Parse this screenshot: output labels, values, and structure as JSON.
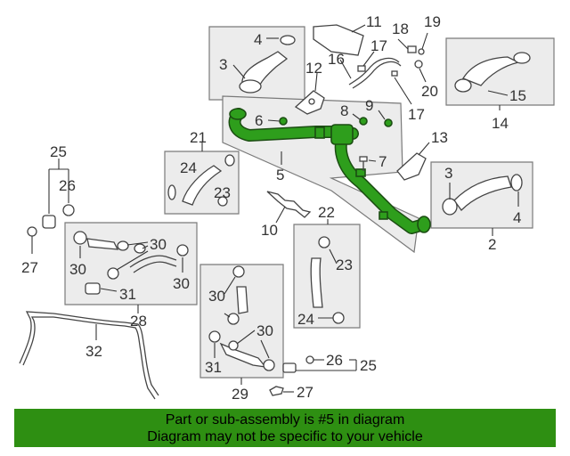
{
  "highlight_color": "#2e8f12",
  "banner": {
    "line1": "Part or sub-assembly is #5 in diagram",
    "line2": "Diagram may not be specific to your vehicle"
  },
  "callouts": {
    "c1": "11",
    "c2": "18",
    "c3": "19",
    "c4": "4",
    "c5": "3",
    "c6": "17",
    "c7": "16",
    "c8": "12",
    "c9": "20",
    "c10": "17",
    "c11": "15",
    "c12": "14",
    "c13": "6",
    "c14": "8",
    "c15": "9",
    "c16": "13",
    "c17": "7",
    "c18": "5",
    "c19": "21",
    "c20": "24",
    "c21": "23",
    "c22": "25",
    "c23": "26",
    "c24": "3",
    "c25": "4",
    "c26": "2",
    "c27": "10",
    "c28": "22",
    "c29": "23",
    "c30": "27",
    "c31": "30",
    "c32": "30",
    "c33": "30",
    "c34": "31",
    "c35": "28",
    "c36": "24",
    "c37": "30",
    "c38": "30",
    "c39": "31",
    "c40": "32",
    "c41": "26",
    "c42": "25",
    "c43": "27",
    "c44": "29"
  }
}
